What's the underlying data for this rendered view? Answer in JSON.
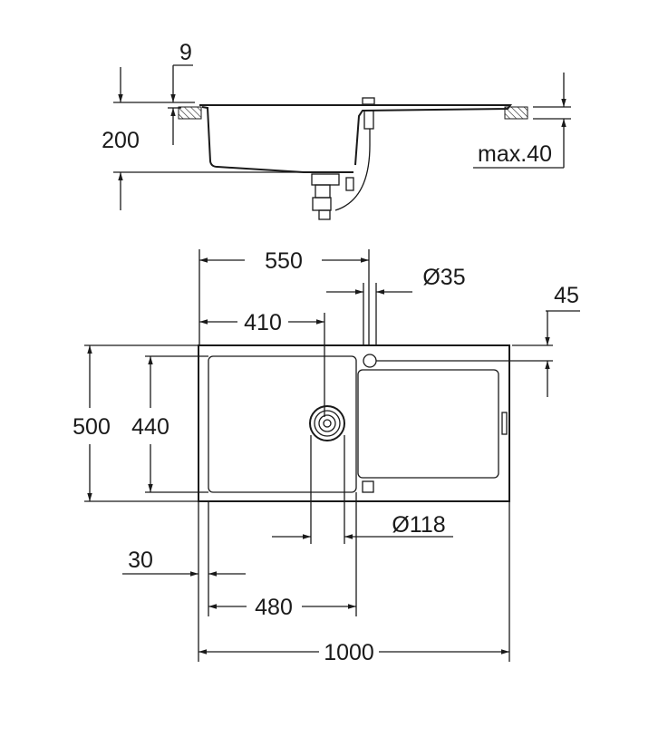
{
  "side_view": {
    "dim_rim_thickness": "9",
    "dim_depth": "200",
    "dim_countertop": "max.40"
  },
  "plan_view": {
    "dim_tap_position": "550",
    "dim_tap_hole": "Ø35",
    "dim_drain_position": "410",
    "dim_tap_offset": "45",
    "dim_width": "500",
    "dim_bowl_width": "440",
    "dim_drain_hole": "Ø118",
    "dim_edge": "30",
    "dim_bowl_length": "480",
    "dim_length": "1000"
  },
  "colors": {
    "line": "#1a1a1a",
    "background": "#ffffff"
  }
}
